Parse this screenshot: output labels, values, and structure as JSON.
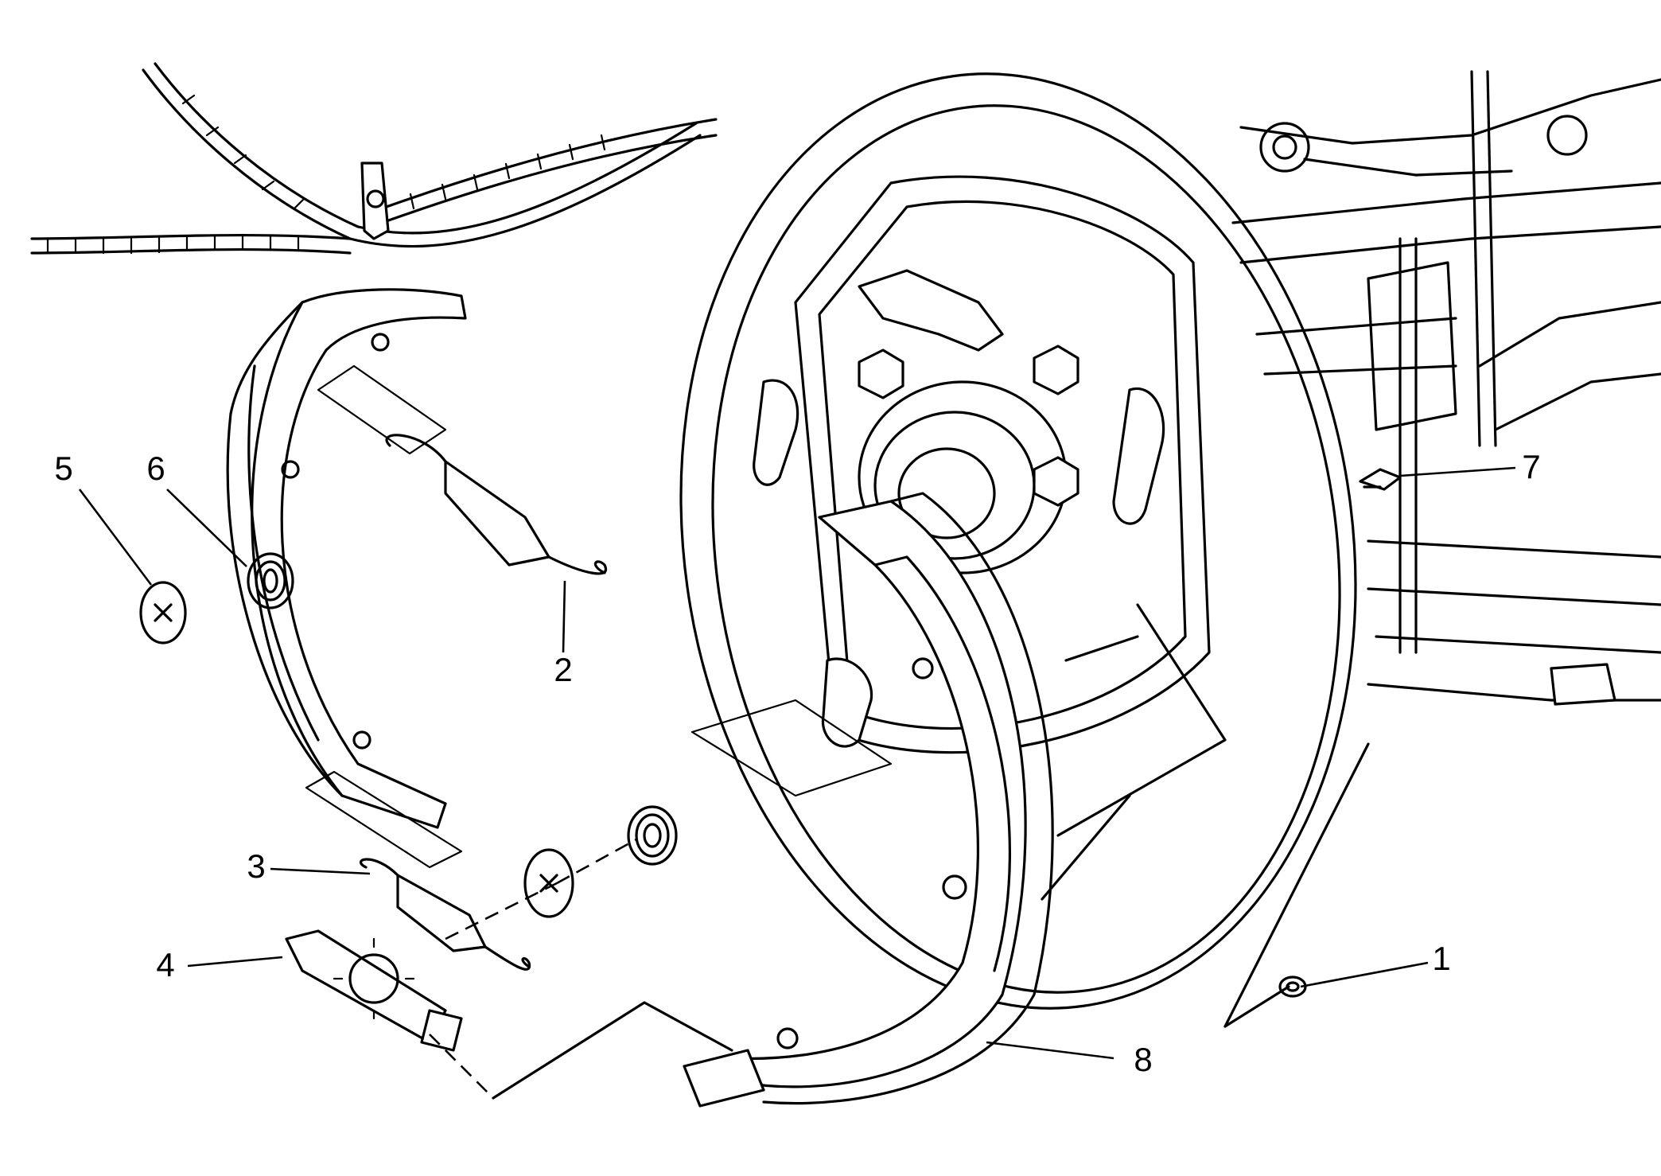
{
  "callouts": [
    {
      "id": "callout-1",
      "label": "1"
    },
    {
      "id": "callout-2",
      "label": "2"
    },
    {
      "id": "callout-3",
      "label": "3"
    },
    {
      "id": "callout-4",
      "label": "4"
    },
    {
      "id": "callout-5",
      "label": "5"
    },
    {
      "id": "callout-6",
      "label": "6"
    },
    {
      "id": "callout-7",
      "label": "7"
    },
    {
      "id": "callout-8",
      "label": "8"
    }
  ]
}
